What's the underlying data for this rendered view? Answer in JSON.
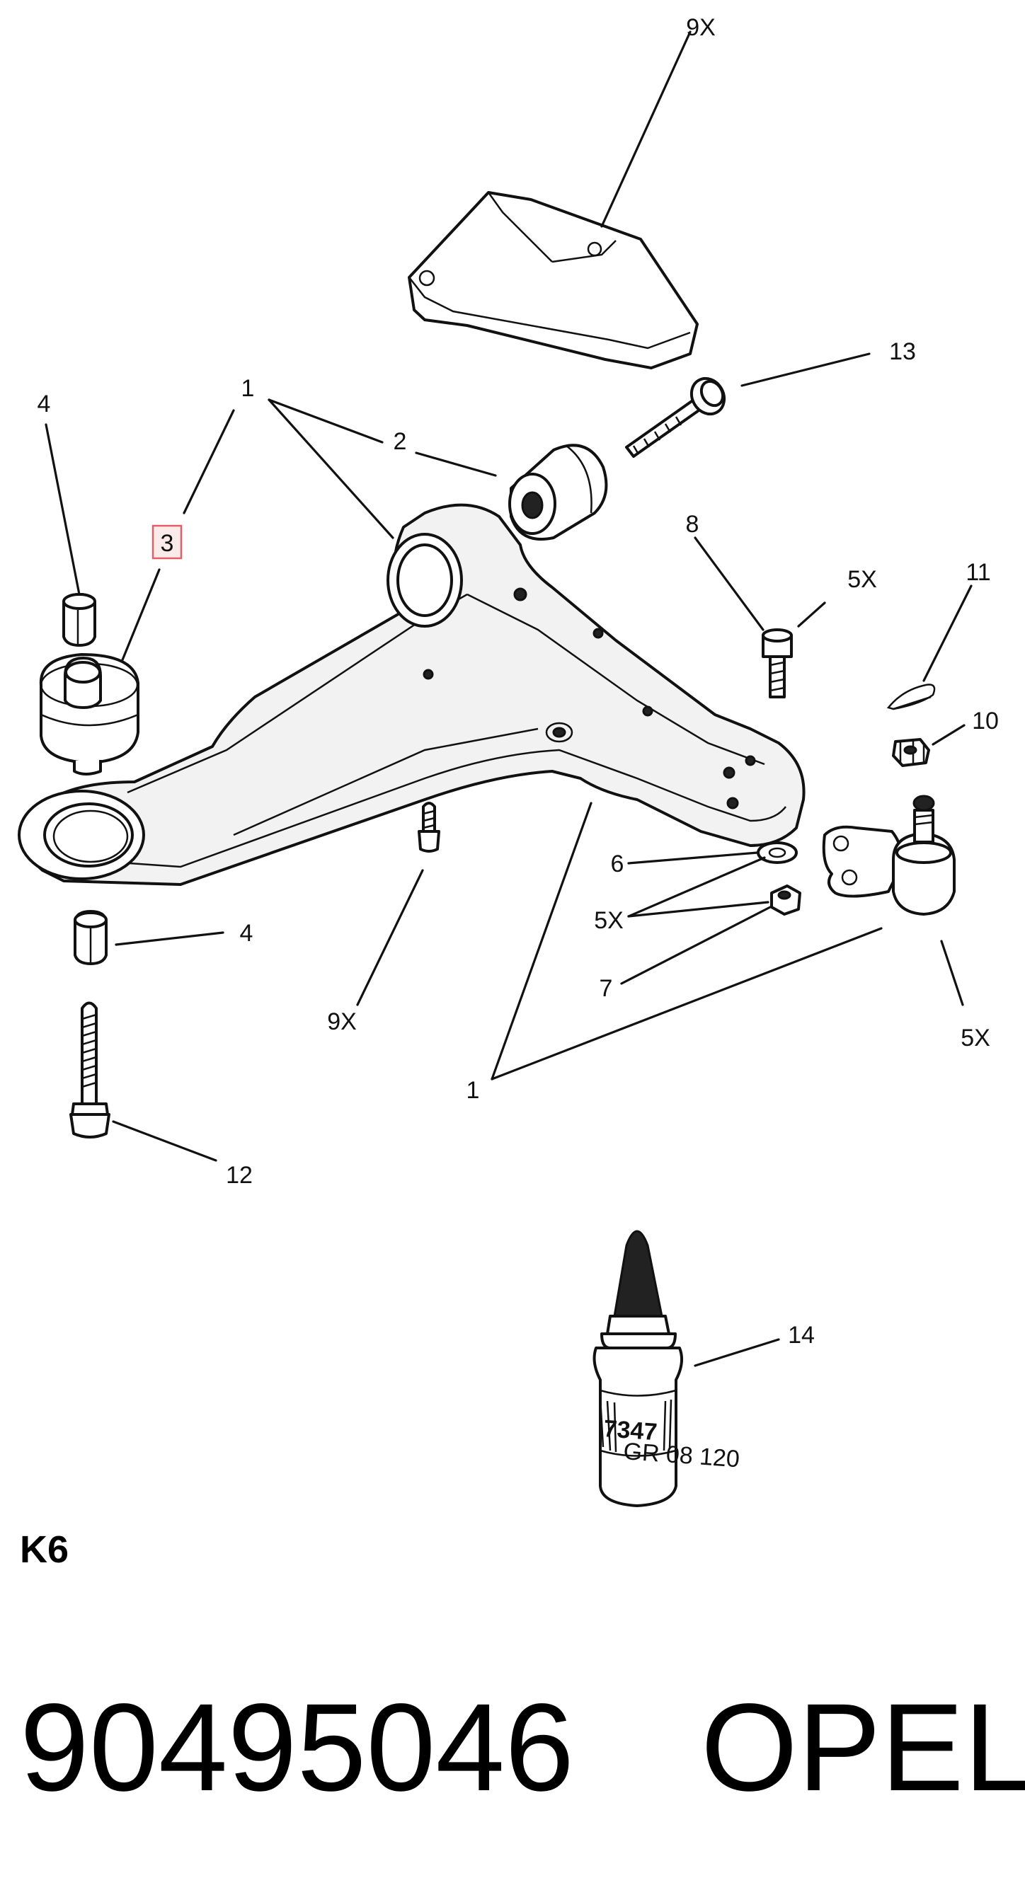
{
  "diagram": {
    "labels": {
      "l9x_top": "9X",
      "l13": "13",
      "l4_top": "4",
      "l1_top": "1",
      "l2": "2",
      "l3": "3",
      "l8": "8",
      "l5x_a": "5X",
      "l11": "11",
      "l10": "10",
      "l6": "6",
      "l5x_b": "5X",
      "l7": "7",
      "l5x_c": "5X",
      "l4_bottom": "4",
      "l9x_bottom": "9X",
      "l1_bottom": "1",
      "l12": "12",
      "l14": "14"
    },
    "bottle_text": {
      "line1": "7347",
      "line2": "GR 08 120"
    },
    "highlight_color": "#e0606a"
  },
  "footer": {
    "section_code": "K6",
    "part_number": "90495046",
    "brand": "OPEL"
  }
}
